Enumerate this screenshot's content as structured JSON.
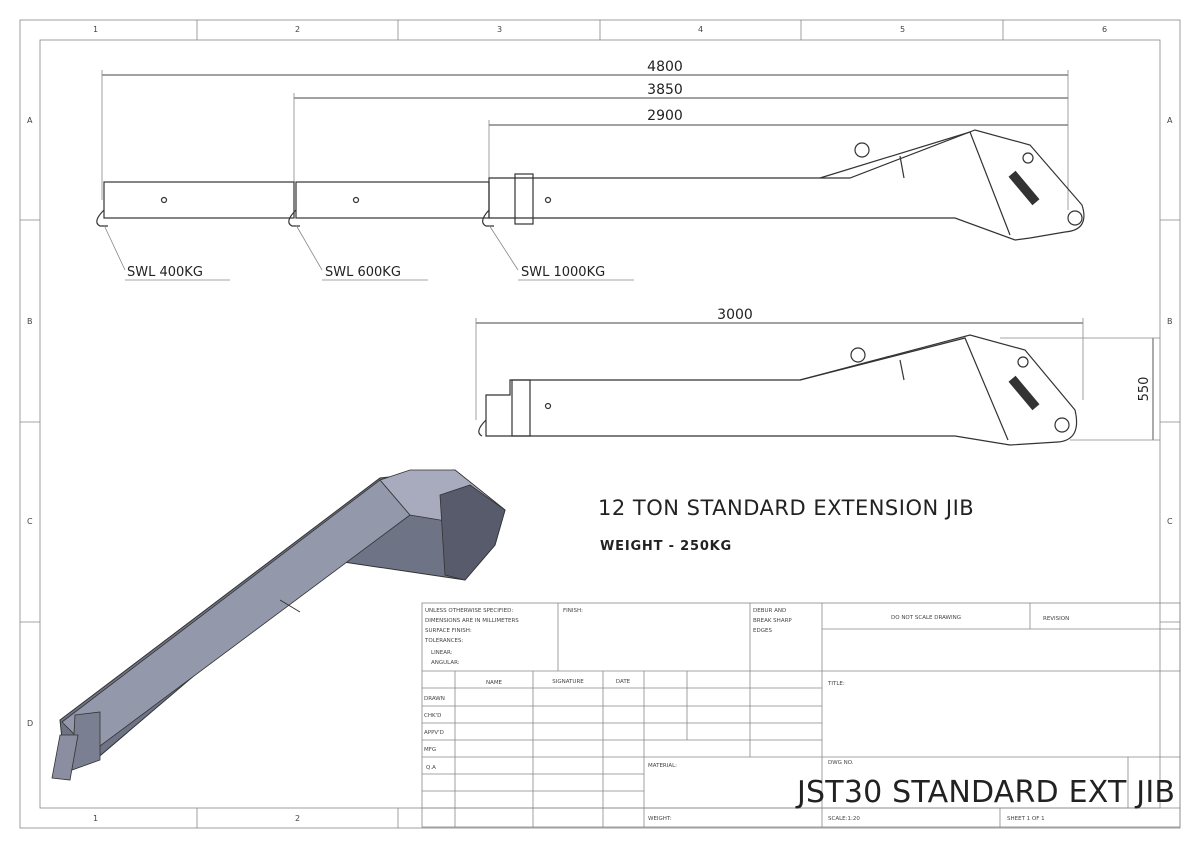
{
  "zones": {
    "columns": [
      "1",
      "2",
      "3",
      "4",
      "5",
      "6"
    ],
    "rows": [
      "A",
      "B",
      "C",
      "D"
    ]
  },
  "top_view": {
    "dimensions": [
      "4800",
      "3850",
      "2900"
    ],
    "swl_labels": [
      "SWL 400KG",
      "SWL 600KG",
      "SWL 1000KG"
    ]
  },
  "side_view": {
    "dimensions": [
      "3000",
      "550"
    ]
  },
  "heading": {
    "title": "12 TON STANDARD EXTENSION JIB",
    "weight": "WEIGHT - 250KG"
  },
  "title_block": {
    "notes": [
      "UNLESS OTHERWISE SPECIFIED:",
      "DIMENSIONS ARE IN MILLIMETERS",
      "SURFACE FINISH:",
      "TOLERANCES:",
      "LINEAR:",
      "ANGULAR:"
    ],
    "finish": "FINISH:",
    "deburr": [
      "DEBUR AND",
      "BREAK SHARP",
      "EDGES"
    ],
    "do_not_scale": "DO NOT SCALE DRAWING",
    "revision": "REVISION",
    "columns": [
      "NAME",
      "SIGNATURE",
      "DATE"
    ],
    "rows": [
      "DRAWN",
      "CHK'D",
      "APPV'D",
      "MFG",
      "Q.A"
    ],
    "title_label": "TITLE:",
    "material": "MATERIAL:",
    "dwg_no": "DWG NO.",
    "drawing_title": "JST30 STANDARD EXT JIB",
    "weight": "WEIGHT:",
    "scale": "SCALE:1:20",
    "sheet": "SHEET 1 OF 1"
  }
}
